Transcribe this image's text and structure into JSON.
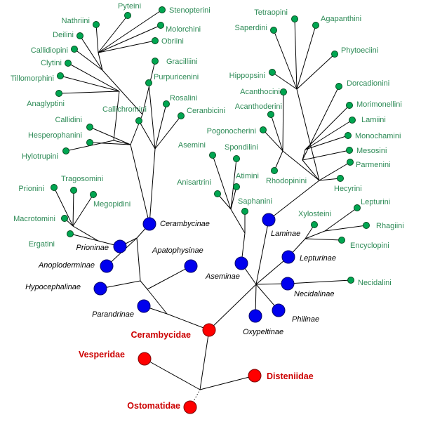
{
  "title": "Cerambycidae phylogeny",
  "colors": {
    "tribe": "#00a651",
    "tribe_label": "#2e8b57",
    "subfamily": "#0000ee",
    "subfamily_label": "#000000",
    "family": "#ff0000",
    "family_label": "#cc0000",
    "edge": "#000000"
  },
  "families": [
    {
      "id": "cerambycidae",
      "label": "Cerambycidae"
    },
    {
      "id": "vesperidae",
      "label": "Vesperidae"
    },
    {
      "id": "disteniidae",
      "label": "Disteniidae"
    },
    {
      "id": "ostomatidae",
      "label": "Ostomatidae"
    }
  ],
  "subfamilies": [
    {
      "id": "cerambycinae",
      "label": "Cerambycinae",
      "parent": "cerambycidae"
    },
    {
      "id": "prioninae",
      "label": "Prioninae",
      "parent": "cerambycidae"
    },
    {
      "id": "anoploderminae",
      "label": "Anoploderminae",
      "parent": "cerambycidae"
    },
    {
      "id": "hypocephalinae",
      "label": "Hypocephalinae",
      "parent": "cerambycidae"
    },
    {
      "id": "apatophysinae",
      "label": "Apatophysinae",
      "parent": "cerambycidae"
    },
    {
      "id": "parandrinae",
      "label": "Parandrinae",
      "parent": "cerambycidae"
    },
    {
      "id": "aseminae",
      "label": "Aseminae",
      "parent": "cerambycidae"
    },
    {
      "id": "laminae",
      "label": "Laminae",
      "parent": "cerambycidae"
    },
    {
      "id": "lepturinae",
      "label": "Lepturinae",
      "parent": "cerambycidae"
    },
    {
      "id": "necidalinae",
      "label": "Necidalinae",
      "parent": "cerambycidae"
    },
    {
      "id": "philinae",
      "label": "Philinae",
      "parent": "cerambycidae"
    },
    {
      "id": "oxypeltinae",
      "label": "Oxypeltinae",
      "parent": "cerambycidae"
    }
  ],
  "tribes": [
    {
      "id": "nathriini",
      "label": "Nathriini",
      "parent": "cerambycinae"
    },
    {
      "id": "pyteini",
      "label": "Pyteini",
      "parent": "cerambycinae"
    },
    {
      "id": "stenopterini",
      "label": "Stenopterini",
      "parent": "cerambycinae"
    },
    {
      "id": "molorchini",
      "label": "Molorchini",
      "parent": "cerambycinae"
    },
    {
      "id": "obriini",
      "label": "Obriini",
      "parent": "cerambycinae"
    },
    {
      "id": "deilini",
      "label": "Deilini",
      "parent": "cerambycinae"
    },
    {
      "id": "callidiopini",
      "label": "Callidiopini",
      "parent": "cerambycinae"
    },
    {
      "id": "clytini",
      "label": "Clytini",
      "parent": "cerambycinae"
    },
    {
      "id": "gracilliini",
      "label": "Gracilliini",
      "parent": "cerambycinae"
    },
    {
      "id": "tillomorphini",
      "label": "Tillomorphini",
      "parent": "cerambycinae"
    },
    {
      "id": "purpuricenini",
      "label": "Purpuricenini",
      "parent": "cerambycinae"
    },
    {
      "id": "anaglyptini",
      "label": "Anaglyptini",
      "parent": "cerambycinae"
    },
    {
      "id": "rosalini",
      "label": "Rosalini",
      "parent": "cerambycinae"
    },
    {
      "id": "callichromini",
      "label": "Callichromini",
      "parent": "cerambycinae"
    },
    {
      "id": "ceranbicini",
      "label": "Ceranbicini",
      "parent": "cerambycinae"
    },
    {
      "id": "callidini",
      "label": "Callidini",
      "parent": "cerambycinae"
    },
    {
      "id": "hesperophanini",
      "label": "Hesperophanini",
      "parent": "cerambycinae"
    },
    {
      "id": "hylotrupini",
      "label": "Hylotrupini",
      "parent": "cerambycinae"
    },
    {
      "id": "prionini",
      "label": "Prionini",
      "parent": "prioninae"
    },
    {
      "id": "tragosomini",
      "label": "Tragosomini",
      "parent": "prioninae"
    },
    {
      "id": "megopidini",
      "label": "Megopidini",
      "parent": "prioninae"
    },
    {
      "id": "macrotomini",
      "label": "Macrotomini",
      "parent": "prioninae"
    },
    {
      "id": "ergatini",
      "label": "Ergatini",
      "parent": "prioninae"
    },
    {
      "id": "asemini",
      "label": "Asemini",
      "parent": "aseminae"
    },
    {
      "id": "spondilini",
      "label": "Spondilini",
      "parent": "aseminae"
    },
    {
      "id": "anisartrini",
      "label": "Anisartrini",
      "parent": "aseminae"
    },
    {
      "id": "atimini",
      "label": "Atimini",
      "parent": "aseminae"
    },
    {
      "id": "saphanini",
      "label": "Saphanini",
      "parent": "aseminae"
    },
    {
      "id": "tetraopini",
      "label": "Tetraopini",
      "parent": "laminae"
    },
    {
      "id": "saperdini",
      "label": "Saperdini",
      "parent": "laminae"
    },
    {
      "id": "agapanthini",
      "label": "Agapanthini",
      "parent": "laminae"
    },
    {
      "id": "phytoeciini",
      "label": "Phytoeciini",
      "parent": "laminae"
    },
    {
      "id": "hippopsini",
      "label": "Hippopsini",
      "parent": "laminae"
    },
    {
      "id": "acanthocini",
      "label": "Acanthocini",
      "parent": "laminae"
    },
    {
      "id": "acanthoderini",
      "label": "Acanthoderini",
      "parent": "laminae"
    },
    {
      "id": "pogonocherini",
      "label": "Pogonocherini",
      "parent": "laminae"
    },
    {
      "id": "rhodopinini",
      "label": "Rhodopinini",
      "parent": "laminae"
    },
    {
      "id": "dorcadionini",
      "label": "Dorcadionini",
      "parent": "laminae"
    },
    {
      "id": "morimonellini",
      "label": "Morimonellini",
      "parent": "laminae"
    },
    {
      "id": "lamiini",
      "label": "Lamiini",
      "parent": "laminae"
    },
    {
      "id": "monochamini",
      "label": "Monochamini",
      "parent": "laminae"
    },
    {
      "id": "mesosini",
      "label": "Mesosini",
      "parent": "laminae"
    },
    {
      "id": "parmenini",
      "label": "Parmenini",
      "parent": "laminae"
    },
    {
      "id": "hecyrini",
      "label": "Hecyrini",
      "parent": "laminae"
    },
    {
      "id": "xylosteini",
      "label": "Xylosteini",
      "parent": "lepturinae"
    },
    {
      "id": "lepturini",
      "label": "Lepturini",
      "parent": "lepturinae"
    },
    {
      "id": "rhagiini",
      "label": "Rhagiini",
      "parent": "lepturinae"
    },
    {
      "id": "encyclopini",
      "label": "Encyclopini",
      "parent": "lepturinae"
    },
    {
      "id": "necidalini",
      "label": "Necidalini",
      "parent": "necidalinae"
    }
  ]
}
